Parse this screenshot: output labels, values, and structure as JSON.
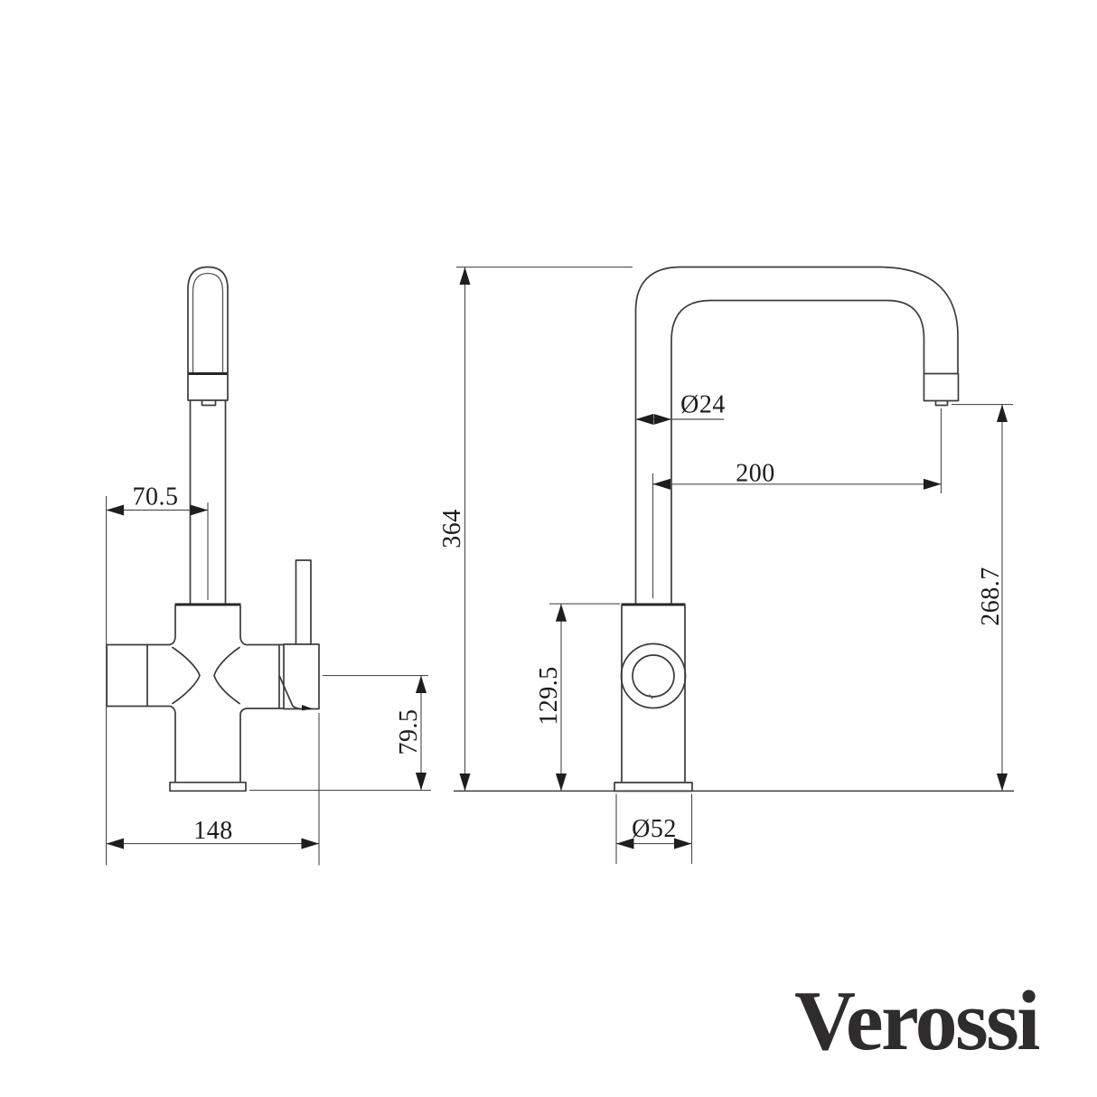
{
  "page": {
    "background": "#ffffff"
  },
  "brand": {
    "logo_text": "Verossi",
    "logo_color": "#2e2c2d"
  },
  "drawing": {
    "subject": "3-way kitchen mixer tap - dimensioned front and side elevations",
    "units": "mm",
    "line_color": "#3c3c3c",
    "dim_color": "#4f4f4f",
    "front_view": {
      "dims": {
        "handle_offset": "70.5",
        "outlet_height": "79.5",
        "overall_width": "148"
      }
    },
    "side_view": {
      "dims": {
        "overall_height": "364",
        "spout_tube_diameter": "Ø24",
        "spout_reach": "200",
        "spout_outlet_height": "268.7",
        "body_height": "129.5",
        "base_diameter": "Ø52"
      }
    }
  }
}
